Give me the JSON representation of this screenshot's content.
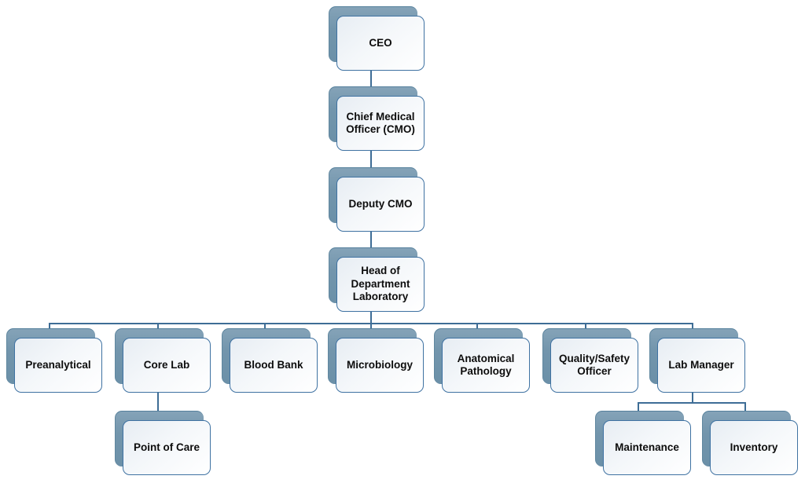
{
  "diagram": {
    "type": "org-chart",
    "nodes": [
      {
        "id": "ceo",
        "label": "CEO"
      },
      {
        "id": "cmo",
        "label": "Chief Medical Officer (CMO)"
      },
      {
        "id": "deputy-cmo",
        "label": "Deputy CMO"
      },
      {
        "id": "head-department-lab",
        "label": "Head of Department Laboratory"
      },
      {
        "id": "preanalytical",
        "label": "Preanalytical"
      },
      {
        "id": "core-lab",
        "label": "Core Lab"
      },
      {
        "id": "blood-bank",
        "label": "Blood Bank"
      },
      {
        "id": "microbiology",
        "label": "Microbiology"
      },
      {
        "id": "anatomical-pathology",
        "label": "Anatomical Pathology"
      },
      {
        "id": "quality-safety",
        "label": "Quality/Safety Officer"
      },
      {
        "id": "lab-manager",
        "label": "Lab Manager"
      },
      {
        "id": "point-of-care",
        "label": "Point of Care"
      },
      {
        "id": "maintenance",
        "label": "Maintenance"
      },
      {
        "id": "inventory",
        "label": "Inventory"
      }
    ],
    "edges": [
      [
        "ceo",
        "cmo"
      ],
      [
        "cmo",
        "deputy-cmo"
      ],
      [
        "deputy-cmo",
        "head-department-lab"
      ],
      [
        "head-department-lab",
        "preanalytical"
      ],
      [
        "head-department-lab",
        "core-lab"
      ],
      [
        "head-department-lab",
        "blood-bank"
      ],
      [
        "head-department-lab",
        "microbiology"
      ],
      [
        "head-department-lab",
        "anatomical-pathology"
      ],
      [
        "head-department-lab",
        "quality-safety"
      ],
      [
        "head-department-lab",
        "lab-manager"
      ],
      [
        "core-lab",
        "point-of-care"
      ],
      [
        "lab-manager",
        "maintenance"
      ],
      [
        "lab-manager",
        "inventory"
      ]
    ],
    "colors": {
      "box_fill_top": "#e7edf3",
      "box_fill_bottom": "#ffffff",
      "box_border": "#3f72a2",
      "shadow_fill": "#7295ac",
      "connector": "#3e6d96",
      "text": "#0d0d0d",
      "background": "#ffffff"
    }
  }
}
